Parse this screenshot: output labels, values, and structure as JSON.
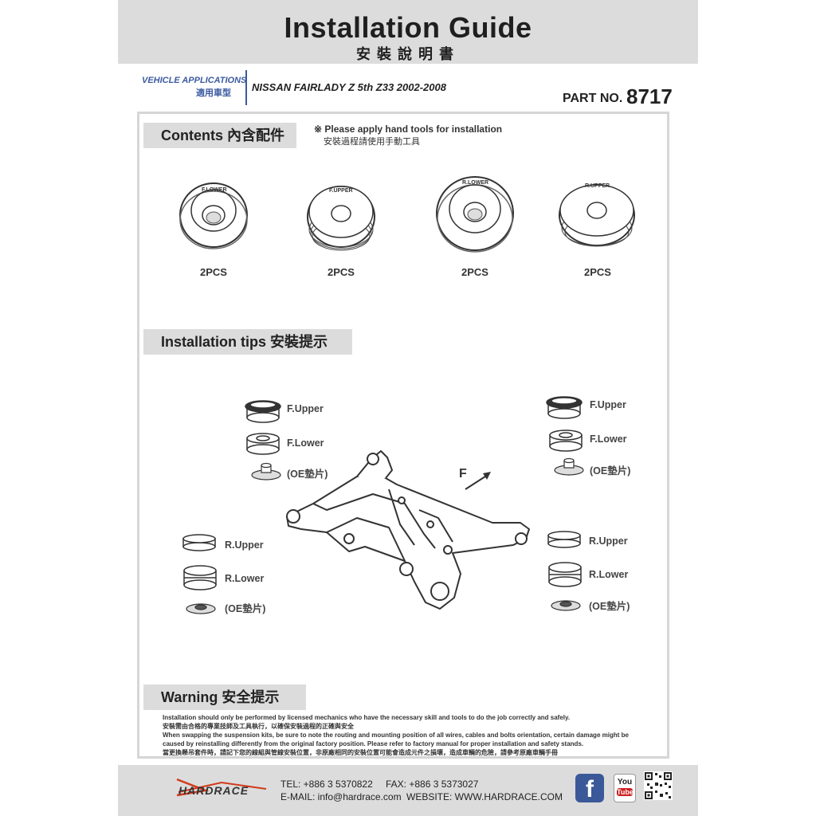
{
  "header": {
    "title": "Installation Guide",
    "title_zh": "安裝說明書"
  },
  "vehicle": {
    "label_en": "VEHICLE APPLICATIONS",
    "label_zh": "適用車型",
    "name": "NISSAN FAIRLADY Z 5th Z33 2002-2008"
  },
  "part": {
    "label": "PART NO.",
    "number": "8717"
  },
  "contents": {
    "title": "Contents 內含配件",
    "note_en": "※ Please apply hand tools for installation",
    "note_zh": "安裝過程請使用手動工具",
    "items": [
      {
        "label": "F.LOWER",
        "qty": "2PCS"
      },
      {
        "label": "F.UPPER",
        "qty": "2PCS"
      },
      {
        "label": "R.LOWER",
        "qty": "2PCS"
      },
      {
        "label": "R.UPPER",
        "qty": "2PCS"
      }
    ]
  },
  "tips": {
    "title": "Installation tips 安裝提示",
    "direction": "F",
    "labels": {
      "f_upper": "F.Upper",
      "f_lower": "F.Lower",
      "r_upper": "R.Upper",
      "r_lower": "R.Lower",
      "oe": "(OE墊片)"
    }
  },
  "warning": {
    "title": "Warning 安全提示",
    "lines": [
      "Installation should only be performed by licensed mechanics who have the necessary skill and tools to do the job correctly and safely.",
      "安裝需由合格的專業技師及工具執行，以確保安裝過程的正確與安全",
      "When swapping the suspension kits, be sure to note the routing and mounting position of all wires, cables and bolts orientation, certain damage might be",
      "caused by reinstalling differently from the original factory position. Please refer to factory manual for proper installation and safety stands.",
      "當更換懸吊套件時，請記下您的線組與管線安裝位置，非原廠相同的安裝位置可能會造成元件之損壞，造成車輛的危險，請參考原廠車輛手冊"
    ]
  },
  "footer": {
    "brand": "HARDRACE",
    "tel": "TEL: +886 3 5370822",
    "fax": "FAX: +886 3 5373027",
    "email": "E-MAIL: info@hardrace.com",
    "website": "WEBSITE: WWW.HARDRACE.COM",
    "youtube_top": "You",
    "youtube_bottom": "Tube",
    "facebook": "f"
  }
}
